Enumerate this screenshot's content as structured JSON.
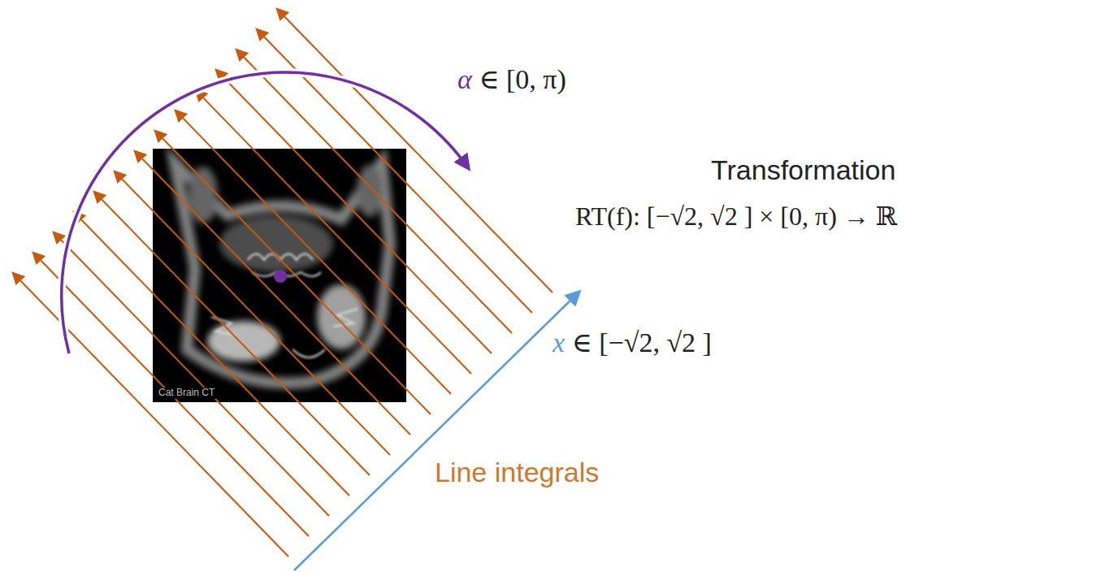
{
  "diagram": {
    "labels": [
      "α ∈ [0, π)",
      "Transformation",
      "RT(f): [−√2, √2 ] × [0, π) → ℝ",
      "x ∈ [−√2, √2 ]",
      "Line integrals",
      "Cat Brain CT"
    ]
  }
}
